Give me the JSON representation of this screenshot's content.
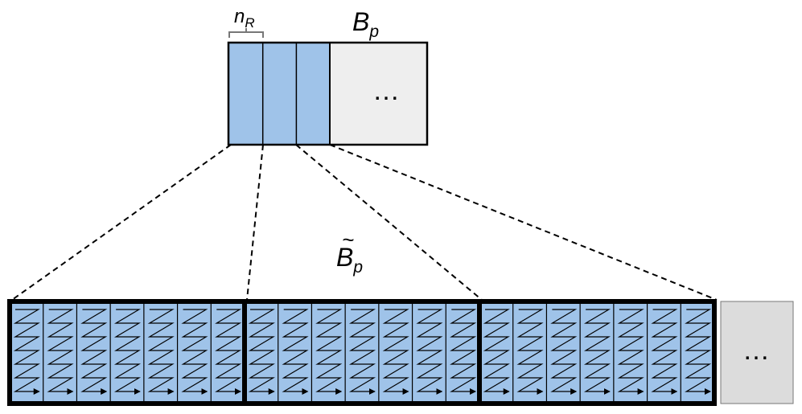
{
  "labels": {
    "nr_main": "n",
    "nr_sub": "R",
    "bp_main": "B",
    "bp_sub": "p",
    "bpt_main": "B",
    "bpt_tilde": "~",
    "bpt_sub": "p",
    "ellipsis_top": "…",
    "ellipsis_bottom": "…"
  },
  "structure": {
    "top_block_panels": 3,
    "bottom_blocks": 3,
    "columns_per_bottom_block": 7
  },
  "colors": {
    "panel_fill": "#9fc3e9",
    "filler_fill": "#eeeeee",
    "filler_fill_bottom": "#dcdcdc",
    "stroke": "#000000",
    "bracket": "#777777"
  }
}
